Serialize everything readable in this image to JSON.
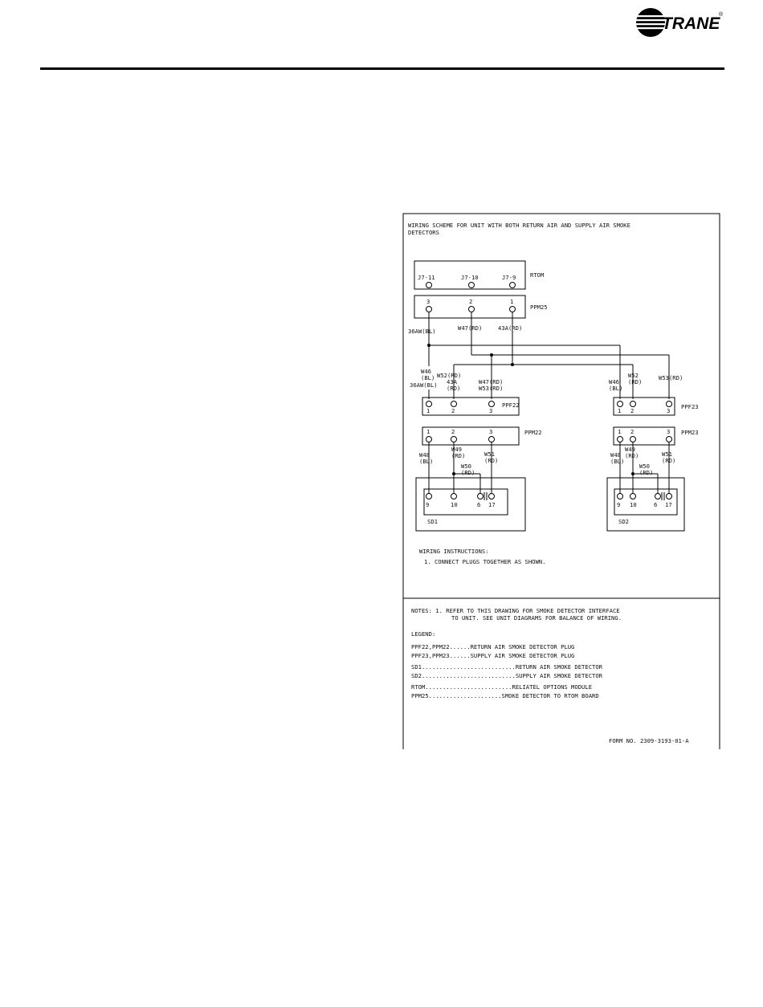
{
  "header": {
    "brand": "TRANE",
    "brand_trademark": "®"
  },
  "diagram": {
    "title_line1": "WIRING SCHEME FOR UNIT WITH BOTH RETURN AIR AND SUPPLY AIR SMOKE",
    "title_line2": "DETECTORS",
    "rtom": {
      "label": "RTOM",
      "pins": [
        "J7-11",
        "J7-10",
        "J7-9"
      ]
    },
    "ppm25": {
      "label": "PPM25",
      "pins": [
        "3",
        "2",
        "1"
      ]
    },
    "wires": {
      "w36aw_bl": "36AW(BL)",
      "w47_rd": "W47(RD)",
      "w43a_rd": "43A(RD)",
      "w46": "W46",
      "bl": "(BL)",
      "w36aw_bl_2": "36AW(BL)",
      "w52_rd": "W52(RD)",
      "w43a": "43A",
      "rd": "(RD)",
      "w47_rd_2": "W47(RD)",
      "w53_rd": "W53(RD)",
      "w52": "W52",
      "w53_rd_2": "W53(RD)",
      "w48": "W48",
      "w49": "W49",
      "w51": "W51",
      "w50": "W50"
    },
    "ppf22": {
      "label": "PPF22",
      "pins": [
        "1",
        "2",
        "3"
      ]
    },
    "ppf23": {
      "label": "PPF23",
      "pins": [
        "1",
        "2",
        "3"
      ]
    },
    "ppm22": {
      "label": "PPM22",
      "pins": [
        "1",
        "2",
        "3"
      ]
    },
    "ppm23": {
      "label": "PPM23",
      "pins": [
        "1",
        "2",
        "3"
      ]
    },
    "sd1": {
      "label": "SD1",
      "pins": [
        "9",
        "10",
        "6",
        "17"
      ]
    },
    "sd2": {
      "label": "SD2",
      "pins": [
        "9",
        "10",
        "6",
        "17"
      ]
    },
    "instructions": {
      "heading": "WIRING INSTRUCTIONS:",
      "item1": "1. CONNECT PLUGS TOGETHER AS SHOWN."
    },
    "notes": {
      "line1": "NOTES: 1. REFER TO THIS DRAWING FOR SMOKE DETECTOR INTERFACE",
      "line2": "TO UNIT. SEE UNIT DIAGRAMS FOR BALANCE OF WIRING."
    },
    "legend": {
      "heading": "LEGEND:",
      "items": [
        "PPF22,PPM22......RETURN AIR SMOKE DETECTOR PLUG",
        "PPF23,PPM23......SUPPLY AIR SMOKE DETECTOR PLUG",
        "SD1...........................RETURN AIR SMOKE DETECTOR",
        "SD2...........................SUPPLY AIR SMOKE DETECTOR",
        "RTOM.........................RELIATEL OPTIONS MODULE",
        "PPM25.....................SMOKE DETECTOR TO RTOM BOARD"
      ]
    },
    "form_number": "FORM NO. 2309-3193-01-A"
  }
}
